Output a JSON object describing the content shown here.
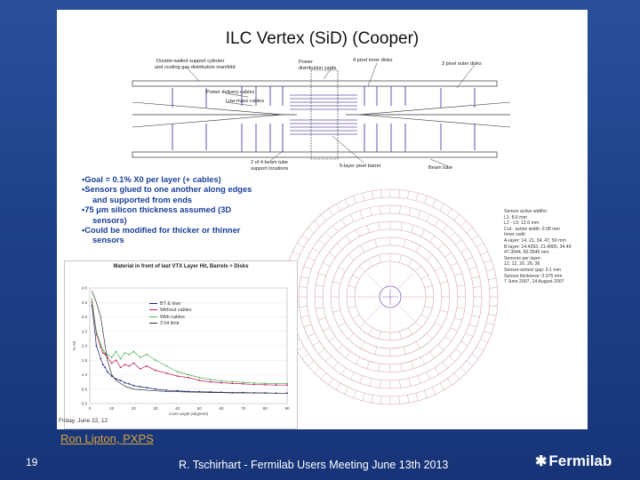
{
  "slide": {
    "title": "ILC Vertex (SiD) (Cooper)",
    "diagram_labels": {
      "support_cylinder_1": "Double-walled support cylinder",
      "support_cylinder_2": "and cooling gas distribution manifold",
      "power_dist_1": "Power",
      "power_dist_2": "distribution cards",
      "inner_disks": "4 pixel inner disks",
      "outer_disks": "3 pixel outer disks",
      "power_cables": "Power delivery cables",
      "low_mass_cables": "Low-mass cables",
      "beam_tube_support_1": "2 of 4 beam tube",
      "beam_tube_support_2": "support locations",
      "pixel_barrel": "5-layer pixel barrel",
      "beam_tube": "Beam tube"
    },
    "bullets": [
      {
        "text": "•Goal = 0.1% X0 per layer (+ cables)",
        "indent": false
      },
      {
        "text": "•Sensors glued to one another along edges",
        "indent": false
      },
      {
        "text": "and supported from ends",
        "indent": true
      },
      {
        "text": "•75 μm silicon thickness assumed (3D",
        "indent": false
      },
      {
        "text": "sensors)",
        "indent": true
      },
      {
        "text": "•Could be modified for thicker or thinner",
        "indent": false
      },
      {
        "text": "sensors",
        "indent": true
      }
    ],
    "specs": [
      "Sensor active widths:",
      "L1: 8.6 mm",
      "L2 - L5: 12.6 mm",
      "Cut - active width: 0.08 mm",
      "Inner radii:",
      "A-layer: 14, 21, 34, 47, 50 mm",
      "B-layer: 14.4393, 21.4965, 34.49",
      "47.3944, 60.3546 mm",
      "Sensors per layer:",
      "12, 12, 20, 28, 36",
      "Sensor-sensor gap: 0.1 mm",
      "Sensor thickness: 0.075 mm",
      "7 June 2007, 14 August 2007"
    ],
    "chart_date": "Friday, June 22, 12",
    "credit": "Ron Lipton, PXPS"
  },
  "footer": {
    "page_number": "19",
    "text": "R. Tschirhart -  Fermilab Users Meeting June 13th 2013",
    "logo_text": "Fermilab",
    "logo_icon": "fermilab-logo-icon"
  },
  "colors": {
    "background": "#1f418a",
    "bullet_text": "#1a3f96",
    "credit": "#d7a23a",
    "ring": "#d7a3a3",
    "series_bt": "#1a237e",
    "series_without": "#c2185b",
    "series_with": "#4caf50"
  },
  "chart_data": {
    "type": "line",
    "title": "Material in front of last VTX Layer Hit, Barrels + Disks",
    "xlabel": "Cone angle (degrees)",
    "ylabel": "% X0",
    "xlim": [
      0,
      90
    ],
    "ylim": [
      0,
      4.0
    ],
    "x_ticks": [
      "0",
      "10",
      "20",
      "30",
      "40",
      "50",
      "60",
      "70",
      "80",
      "90"
    ],
    "y_ticks": [
      "0.0",
      "0.5",
      "1.0",
      "1.5",
      "2.0",
      "2.5",
      "3.0",
      "3.5",
      "4.0"
    ],
    "x": [
      1,
      3,
      5,
      6,
      7,
      8,
      10,
      12,
      14,
      16,
      18,
      20,
      23,
      26,
      30,
      35,
      40,
      45,
      50,
      55,
      60,
      65,
      70,
      75,
      80,
      85,
      90
    ],
    "series": [
      {
        "name": "BT & liner",
        "color": "#1a237e",
        "values": [
          3.4,
          2.0,
          1.55,
          1.35,
          1.25,
          1.1,
          0.95,
          0.85,
          0.8,
          0.72,
          0.68,
          0.62,
          0.58,
          0.55,
          0.5,
          0.46,
          0.44,
          0.42,
          0.41,
          0.4,
          0.39,
          0.38,
          0.38,
          0.37,
          0.37,
          0.36,
          0.36
        ]
      },
      {
        "name": "Without cables",
        "color": "#c2185b",
        "values": [
          3.5,
          2.4,
          1.95,
          1.75,
          1.7,
          1.6,
          1.4,
          1.5,
          1.25,
          1.35,
          1.3,
          1.4,
          1.2,
          1.3,
          1.15,
          1.05,
          0.95,
          0.9,
          0.8,
          0.75,
          0.72,
          0.7,
          0.68,
          0.66,
          0.65,
          0.64,
          0.64
        ]
      },
      {
        "name": "With cables",
        "color": "#4caf50",
        "values": [
          3.6,
          2.5,
          2.05,
          1.85,
          1.75,
          1.7,
          1.6,
          1.8,
          1.55,
          1.75,
          1.7,
          1.8,
          1.6,
          1.7,
          1.5,
          1.3,
          1.1,
          1.0,
          0.9,
          0.83,
          0.78,
          0.76,
          0.73,
          0.71,
          0.7,
          0.69,
          0.69
        ]
      },
      {
        "name": "3 hit limit",
        "color": "#333333",
        "values": [
          3.9,
          3.5,
          3.0,
          2.5,
          2.0,
          1.5,
          1.0,
          0.8,
          0.7,
          0.6,
          0.55,
          0.5,
          0.48,
          0.46,
          0.44,
          0.42,
          0.41,
          0.4,
          0.39,
          0.38,
          0.38,
          0.37,
          0.37,
          0.37,
          0.36,
          0.36,
          0.36
        ]
      }
    ]
  }
}
